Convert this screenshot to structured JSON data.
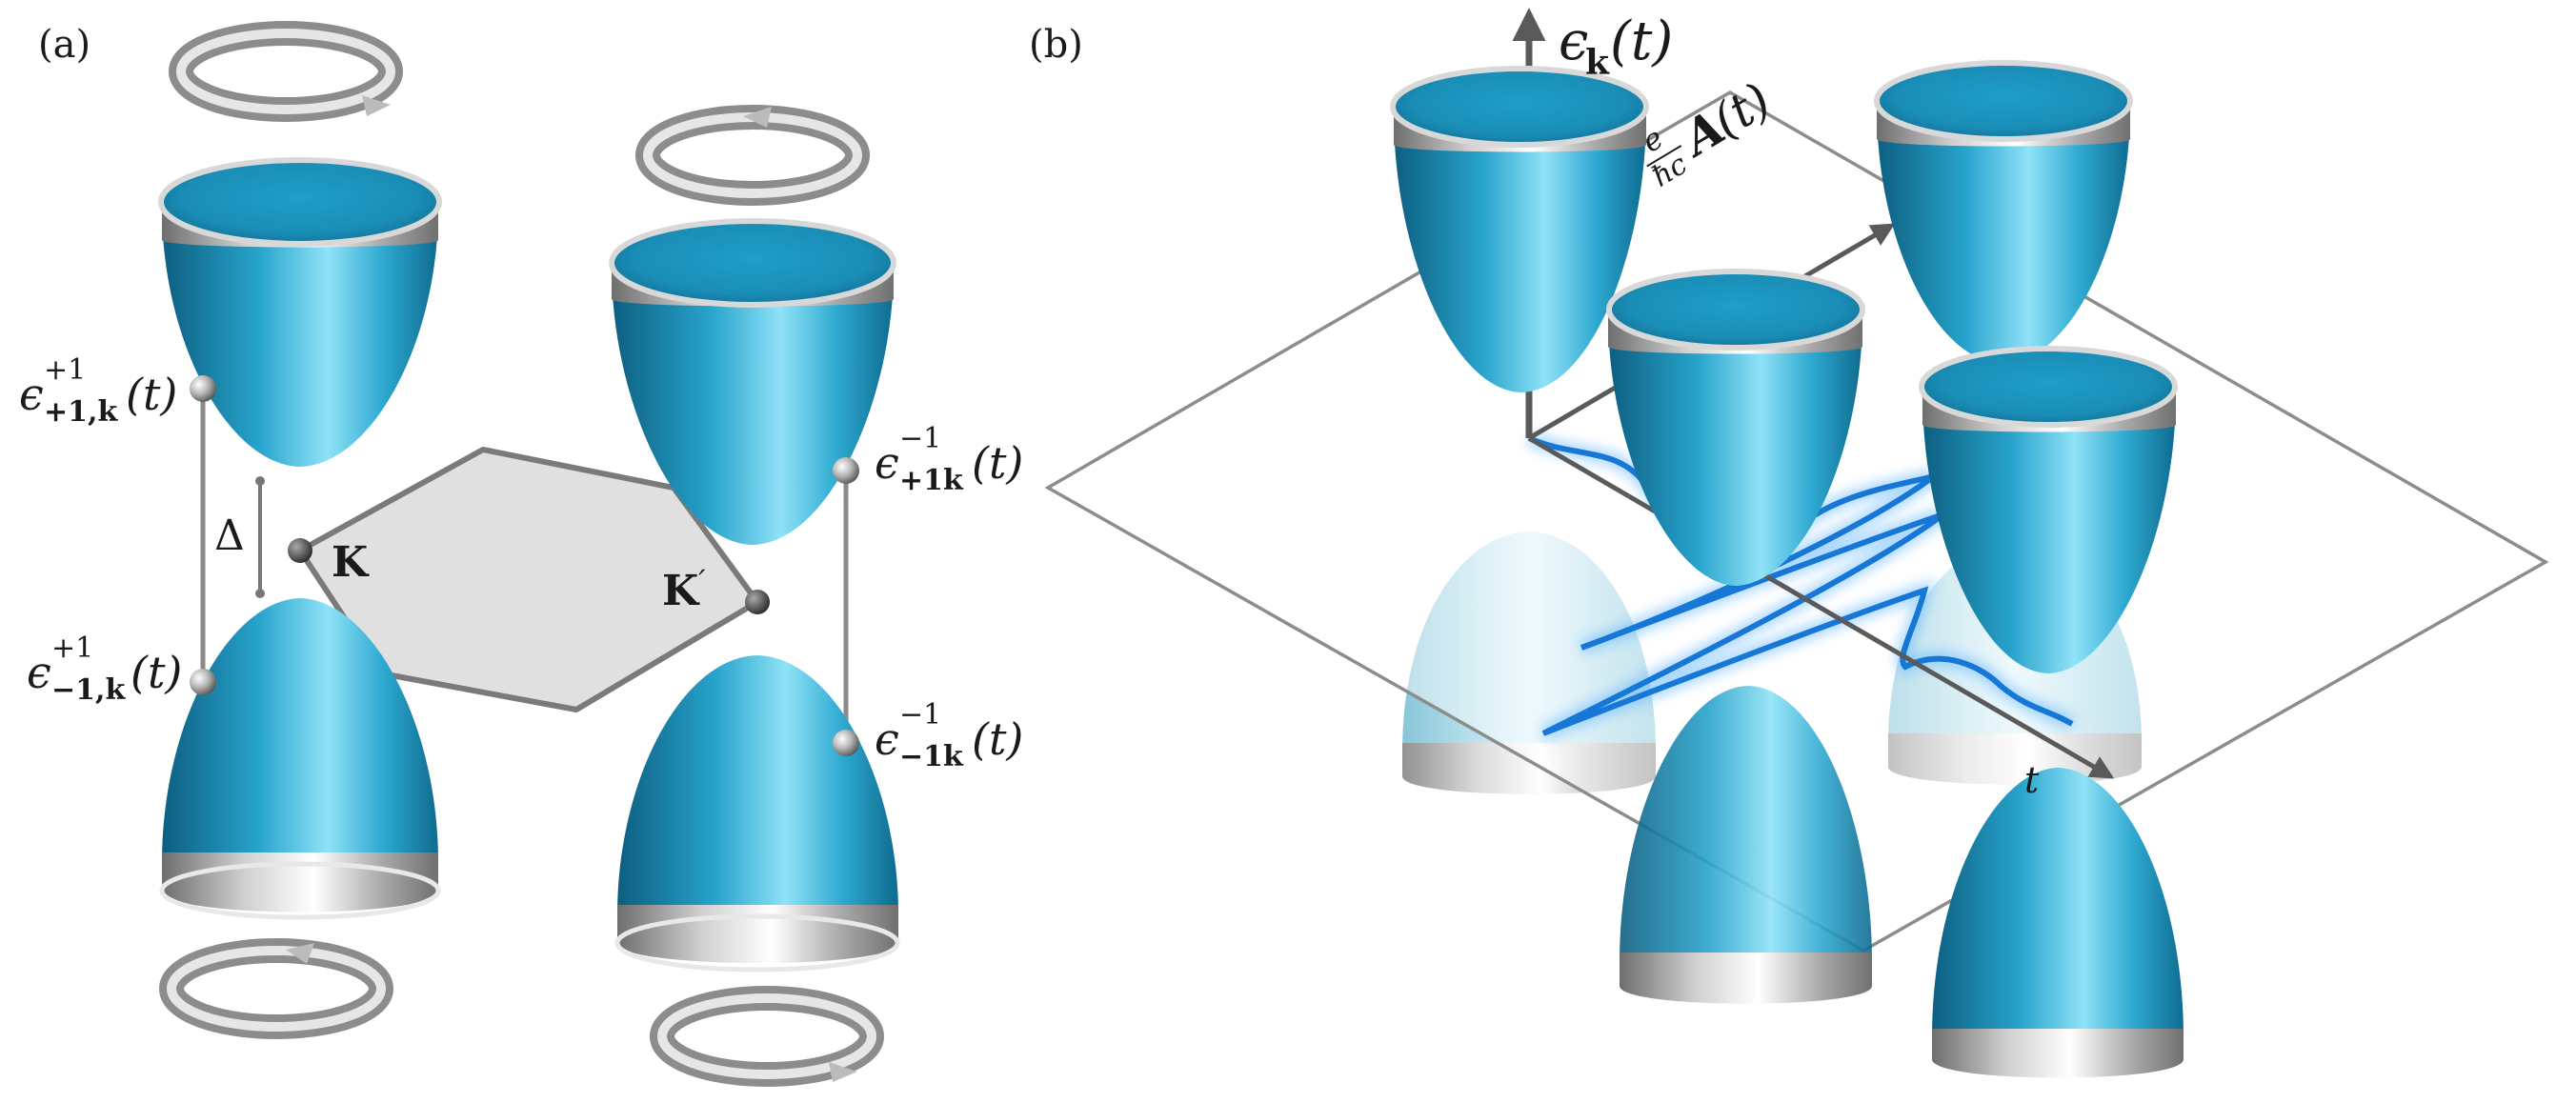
{
  "panel_a": {
    "label": "(a)",
    "gap_symbol": "Δ",
    "valley_K": "K",
    "valley_Kprime_main": "K",
    "valley_Kprime_prime": "′",
    "levels": {
      "upper_left": {
        "eps": "ϵ",
        "sup": "+1",
        "sub": "+1,k",
        "arg": "(t)"
      },
      "lower_left": {
        "eps": "ϵ",
        "sup": "+1",
        "sub": "−1,k",
        "arg": "(t)"
      },
      "upper_right": {
        "eps": "ϵ",
        "sup": "−1",
        "sub": "+1k",
        "arg": "(t)"
      },
      "lower_right": {
        "eps": "ϵ",
        "sup": "−1",
        "sub": "−1k",
        "arg": "(t)"
      }
    }
  },
  "panel_b": {
    "label": "(b)",
    "energy_axis": {
      "eps": "ϵ",
      "sub": "k",
      "arg": "(t)"
    },
    "field_axis": {
      "num": "e",
      "den": "ħc",
      "vec": "A",
      "arg": "(t)"
    },
    "time_axis": "t"
  },
  "colors": {
    "cone": "#2aa6cf",
    "cone_dark": "#0f6f94",
    "cone_light": "#86dcf4",
    "metal": "#9a9a9a",
    "wave": "#1677d6",
    "hexagon_fill": "#e0e0e0",
    "hexagon_stroke": "#7a7a7a"
  }
}
